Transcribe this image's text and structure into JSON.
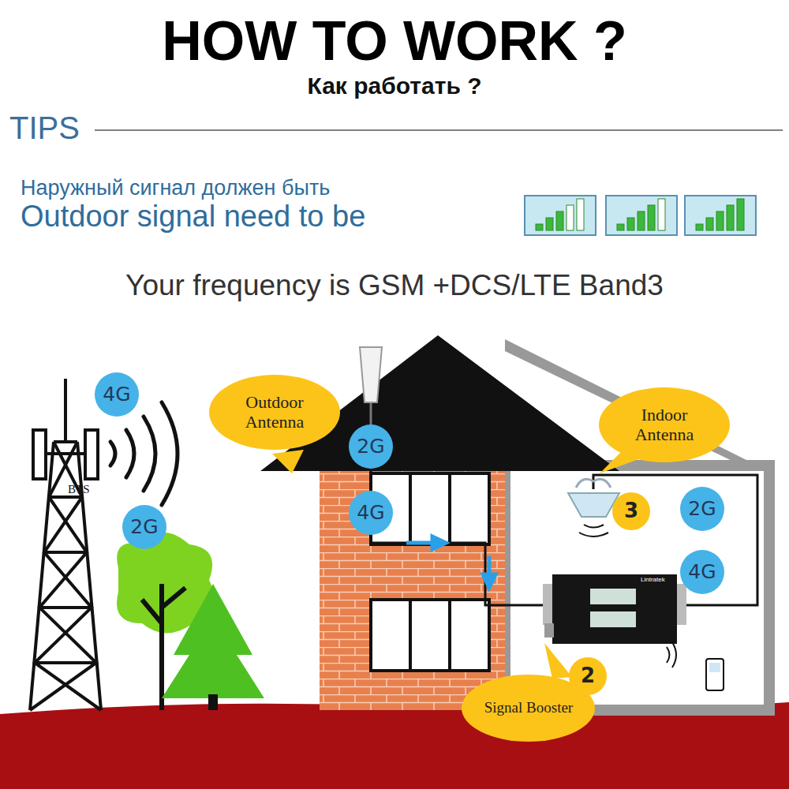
{
  "diagram": {
    "title": "HOW TO WORK ?",
    "nodes": [
      {
        "text": [
          "4G"
        ]
      },
      {
        "text": [
          "Outdoor Antenna"
        ]
      },
      {
        "text": [
          "2G"
        ]
      },
      {
        "text": [
          "Indoor Antenna"
        ]
      },
      {
        "text": [
          "2G"
        ]
      },
      {
        "text": [
          "4G"
        ]
      },
      {
        "text": [
          "3"
        ]
      },
      {
        "text": [
          "2G"
        ]
      },
      {
        "text": [
          "4G"
        ]
      },
      {
        "text": [
          "2"
        ]
      },
      {
        "text": [
          "Signal Booster"
        ]
      }
    ],
    "labels": [
      "Как работать ?",
      "TIPS",
      "Наружный сигнал должен быть",
      "Outdoor signal need to be",
      "Your frequency is GSM +DCS/LTE Band3",
      "BTS",
      "Lintratek"
    ]
  }
}
